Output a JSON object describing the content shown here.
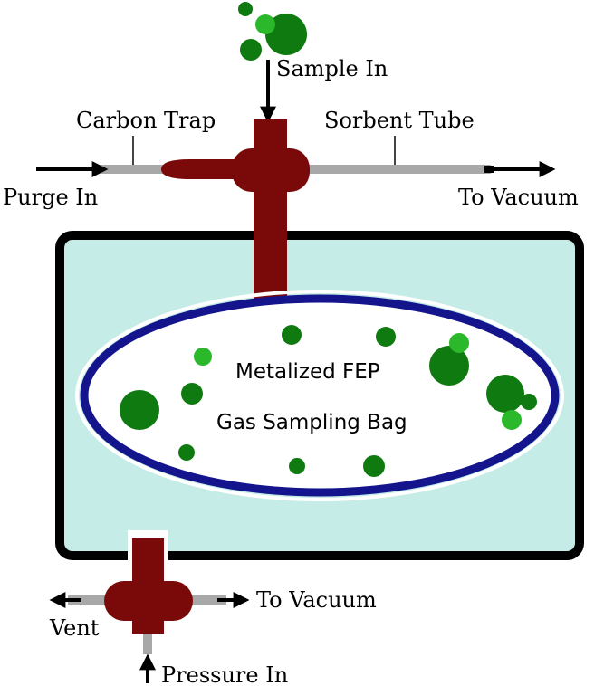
{
  "labels": {
    "sample_in": "Sample In",
    "carbon_trap": "Carbon Trap",
    "sorbent_tube": "Sorbent Tube",
    "purge_in": "Purge In",
    "to_vacuum_top": "To Vacuum",
    "bag_line1": "Metalized FEP",
    "bag_line2": "Gas Sampling Bag",
    "to_vacuum_bottom": "To Vacuum",
    "vent": "Vent",
    "pressure_in": "Pressure In"
  },
  "colors": {
    "fitting": "#7a0a0a",
    "tube": "#a8a8a8",
    "chamber_fill": "#c5ece6",
    "chamber_outline": "#000000",
    "bag_outline": "#14148c",
    "bubble_dark": "#0f7a0f",
    "bubble_light": "#2bb82b"
  }
}
